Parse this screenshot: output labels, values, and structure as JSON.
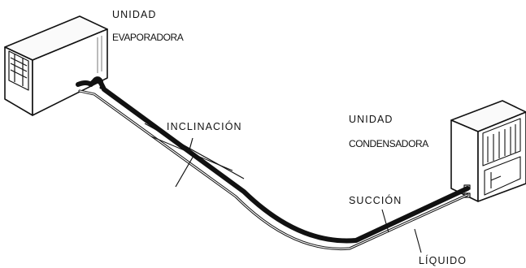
{
  "labels": {
    "evaporator_line1": "UNIDAD",
    "evaporator_line2": "EVAPORADORA",
    "slope": "INCLINACIÓN",
    "condenser_line1": "UNIDAD",
    "condenser_line2": "CONDENSADORA",
    "suction": "SUCCIÓN",
    "liquid": "LÍQUIDO"
  }
}
